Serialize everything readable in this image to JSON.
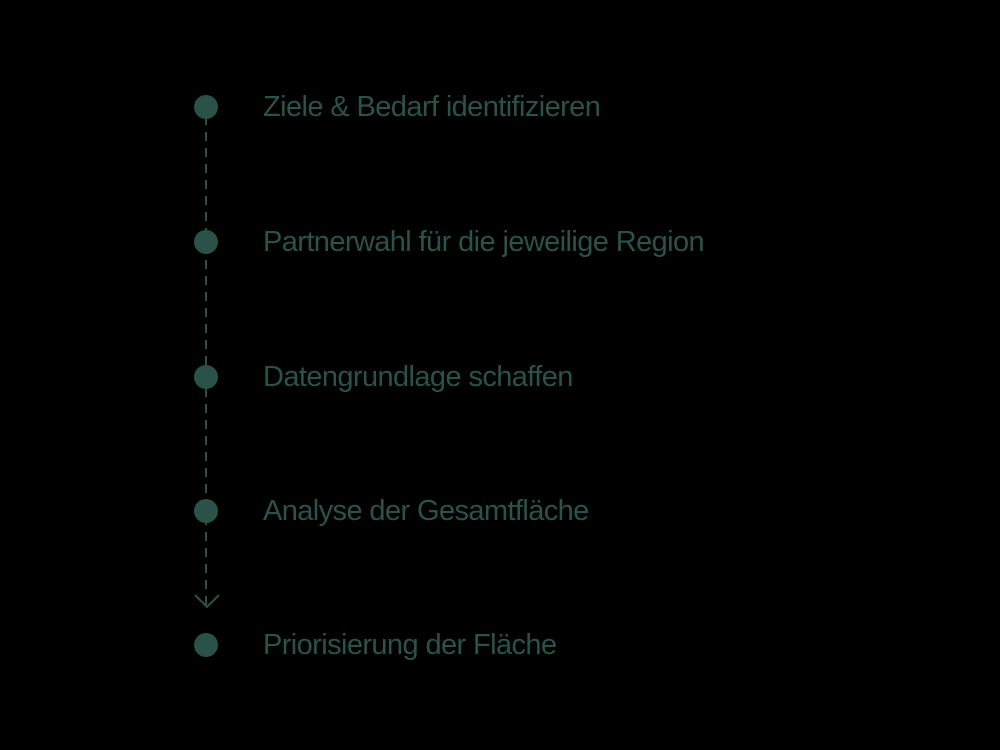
{
  "diagram": {
    "type": "vertical-process-flow",
    "colors": {
      "background": "#000000",
      "accent": "#2b5248"
    },
    "steps": [
      {
        "label": "Ziele & Bedarf identifizieren"
      },
      {
        "label": "Partnerwahl für die jeweilige Region"
      },
      {
        "label": "Datengrundlage schaffen"
      },
      {
        "label": "Analyse der Gesamtfläche"
      },
      {
        "label": "Priorisierung der Fläche"
      }
    ],
    "connector": {
      "style": "dashed",
      "end_icon": "chevron-down-icon"
    }
  }
}
